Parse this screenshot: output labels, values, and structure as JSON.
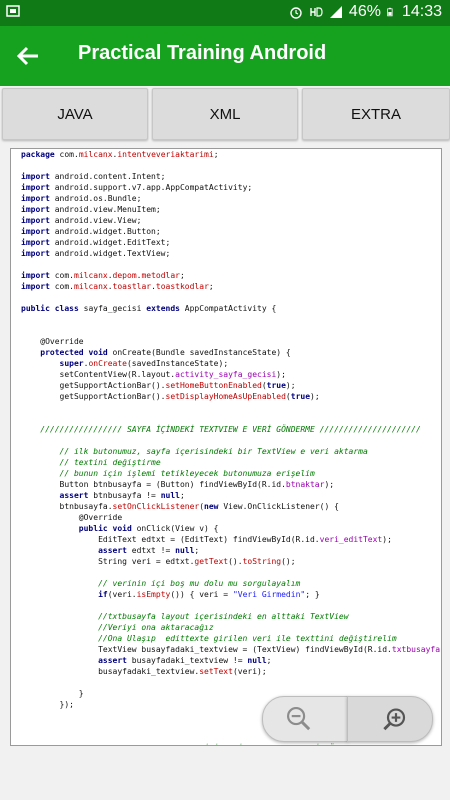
{
  "status_bar": {
    "battery": "46%",
    "time": "14:33",
    "icons": [
      "screenshot-icon",
      "alarm-icon",
      "hd-voice-icon",
      "signal-icon",
      "battery-icon"
    ]
  },
  "app_bar": {
    "title": "Practical Training Android",
    "back_icon": "arrow-back-icon"
  },
  "tabs": [
    {
      "label": "JAVA"
    },
    {
      "label": "XML"
    },
    {
      "label": "EXTRA"
    }
  ],
  "code_lines": [
    {
      "t": "package com.milcanx.intentveveriaktarimi;"
    },
    {
      "t": ""
    },
    {
      "t": "import android.content.Intent;"
    },
    {
      "t": "import android.support.v7.app.AppCompatActivity;"
    },
    {
      "t": "import android.os.Bundle;"
    },
    {
      "t": "import android.view.MenuItem;"
    },
    {
      "t": "import android.view.View;"
    },
    {
      "t": "import android.widget.Button;"
    },
    {
      "t": "import android.widget.EditText;"
    },
    {
      "t": "import android.widget.TextView;"
    },
    {
      "t": ""
    },
    {
      "t": "import com.milcanx.depom.metodlar;"
    },
    {
      "t": "import com.milcanx.toastlar.toastkodlar;"
    },
    {
      "t": ""
    },
    {
      "t": "public class sayfa_gecisi extends AppCompatActivity {"
    },
    {
      "t": ""
    },
    {
      "t": ""
    },
    {
      "t": "    @Override"
    },
    {
      "t": "    protected void onCreate(Bundle savedInstanceState) {"
    },
    {
      "t": "        super.onCreate(savedInstanceState);"
    },
    {
      "t": "        setContentView(R.layout.activity_sayfa_gecisi);"
    },
    {
      "t": "        getSupportActionBar().setHomeButtonEnabled(true);"
    },
    {
      "t": "        getSupportActionBar().setDisplayHomeAsUpEnabled(true);"
    },
    {
      "t": ""
    },
    {
      "t": ""
    },
    {
      "t": "    ///////////////// SAYFA İÇİNDEKİ TEXTVIEW E VERİ GÖNDERME /////////////////////",
      "c": "cm"
    },
    {
      "t": ""
    },
    {
      "t": "        // ilk butonumuz, sayfa içerisindeki bir TextView e veri aktarma",
      "c": "cm"
    },
    {
      "t": "        // textini değiştirme",
      "c": "cm"
    },
    {
      "t": "        // bunun için işlemi tetikleyecek butonumuza erişelim",
      "c": "cm"
    },
    {
      "t": "        Button btnbusayfa = (Button) findViewById(R.id.btnaktar);"
    },
    {
      "t": "        assert btnbusayfa != null;"
    },
    {
      "t": "        btnbusayfa.setOnClickListener(new View.OnClickListener() {"
    },
    {
      "t": "            @Override"
    },
    {
      "t": "            public void onClick(View v) {"
    },
    {
      "t": "                EditText edtxt = (EditText) findViewById(R.id.veri_editText);"
    },
    {
      "t": "                assert edtxt != null;"
    },
    {
      "t": "                String veri = edtxt.getText().toString();"
    },
    {
      "t": ""
    },
    {
      "t": "                // verinin içi boş mu dolu mu sorgulayalım",
      "c": "cm"
    },
    {
      "t": "                if(veri.isEmpty()) { veri = \"Veri Girmedin\"; }"
    },
    {
      "t": ""
    },
    {
      "t": "                //txtbusayfa layout içerisindeki en alttaki TextView",
      "c": "cm"
    },
    {
      "t": "                //Veriyi ona aktaracağız",
      "c": "cm"
    },
    {
      "t": "                //Ona Ulaşıp  edittexte girilen veri ile texttini değiştirelim",
      "c": "cm"
    },
    {
      "t": "                TextView busayfadaki_textview = (TextView) findViewById(R.id.txtbusayfa);"
    },
    {
      "t": "                assert busayfadaki_textview != null;"
    },
    {
      "t": "                busayfadaki_textview.setText(veri);"
    },
    {
      "t": ""
    },
    {
      "t": "            }"
    },
    {
      "t": "        });"
    },
    {
      "t": ""
    },
    {
      "t": ""
    },
    {
      "t": ""
    },
    {
      "t": "    ///////////////// SAYFA DIŞ SAYFA İÇİNDEKİ TEXTVIEW E VERİ GÖNDERME /////////////////////",
      "c": "cm"
    }
  ],
  "zoom": {
    "out_icon": "zoom-out-icon",
    "in_icon": "zoom-in-icon"
  }
}
